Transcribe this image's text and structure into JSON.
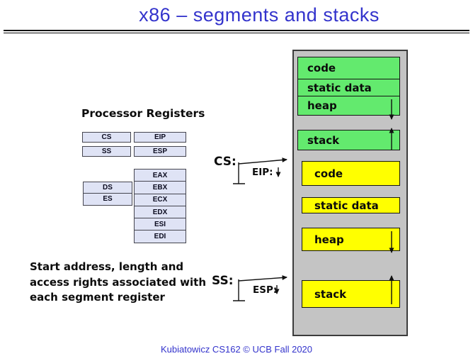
{
  "slide": {
    "title": "x86 – segments and stacks",
    "footer": "Kubiatowicz CS162 © UCB Fall 2020"
  },
  "registers": {
    "heading": "Processor Registers",
    "segment_row": [
      "CS",
      "SS"
    ],
    "pointer_row": [
      "EIP",
      "ESP"
    ],
    "segment_pair": [
      "DS",
      "ES"
    ],
    "general": [
      "EAX",
      "EBX",
      "ECX",
      "EDX",
      "ESI",
      "EDI"
    ]
  },
  "pointers": {
    "cs": "CS:",
    "eip": "EIP:",
    "ss": "SS:",
    "esp": "ESP:"
  },
  "note_lines": [
    "Start address, length and",
    "access rights associated with",
    "each segment register"
  ],
  "memory_map": {
    "system_segments": [
      "code",
      "static data",
      "heap",
      "stack"
    ],
    "process_segments": [
      "code",
      "static data",
      "heap",
      "stack"
    ]
  },
  "colors": {
    "title_blue": "#3333cc",
    "segment_green": "#63ea6e",
    "segment_yellow": "#ffff00",
    "panel_gray": "#c4c4c4",
    "register_fill": "#dfe3f5"
  }
}
